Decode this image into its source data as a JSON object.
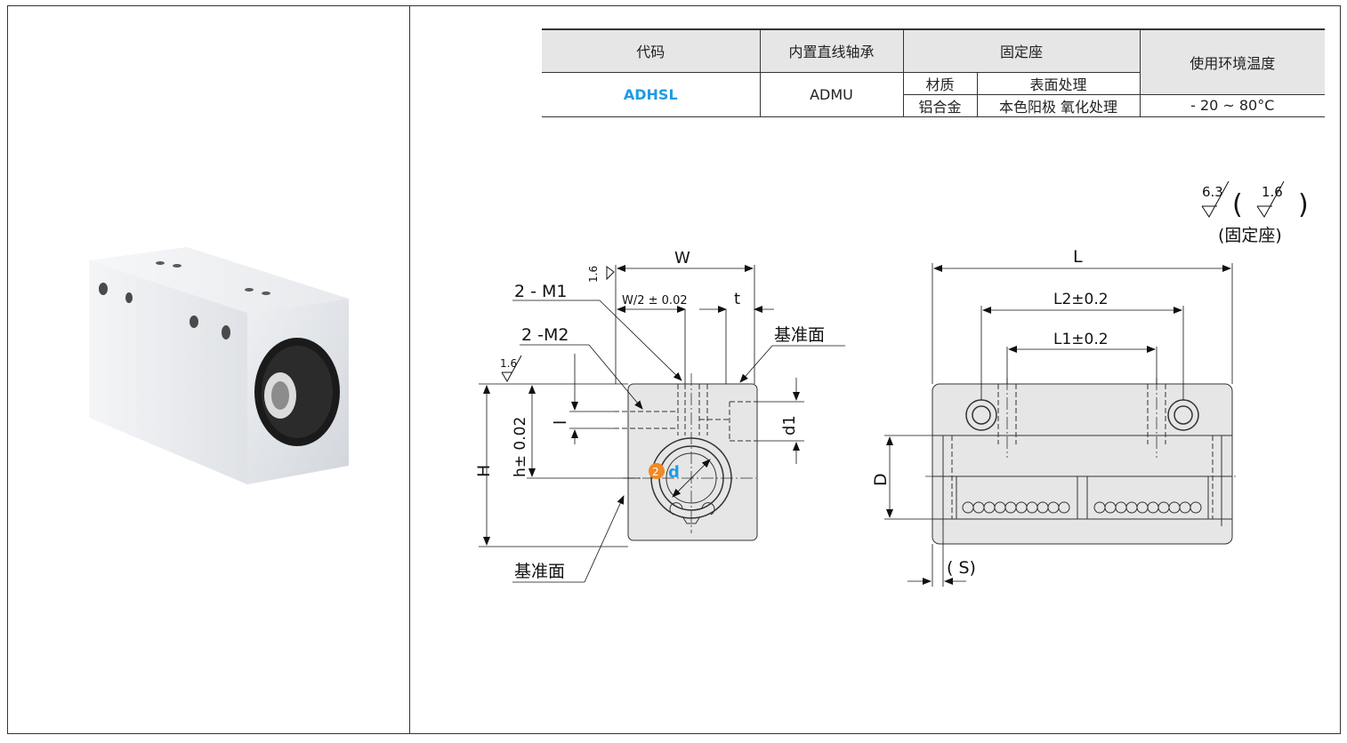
{
  "table": {
    "col_code": "代码",
    "col_bearing": "内置直线轴承",
    "col_housing": "固定座",
    "col_material": "材质",
    "col_surface": "表面处理",
    "col_temp": "使用环境温度",
    "code": "ADHSL",
    "bearing": "ADMU",
    "material": "铝合金",
    "surface": "本色阳极 氧化处理",
    "temp": "- 20 ~ 80°C"
  },
  "roughness": {
    "main": "6.3",
    "paren": "1.6",
    "caption": "(固定座)"
  },
  "front_view": {
    "W": "W",
    "W2": "W/2 ± 0.02",
    "t": "t",
    "M1": "2 - M1",
    "M2": "2 -M2",
    "ref_top": "基准面",
    "ref_bottom": "基准面",
    "H": "H",
    "h": "h± 0.02",
    "l": "l",
    "d1": "d1",
    "d": "d",
    "badge": "2",
    "rough_top": "1.6",
    "rough_left": "1.6"
  },
  "side_view": {
    "L": "L",
    "L2": "L2±0.2",
    "L1": "L1±0.2",
    "D": "D",
    "S": "( S)"
  },
  "colors": {
    "accent_blue": "#1f9be0",
    "badge_orange": "#f08a24",
    "part_fill": "#e6e6e6",
    "header_fill": "#e6e6e6"
  }
}
